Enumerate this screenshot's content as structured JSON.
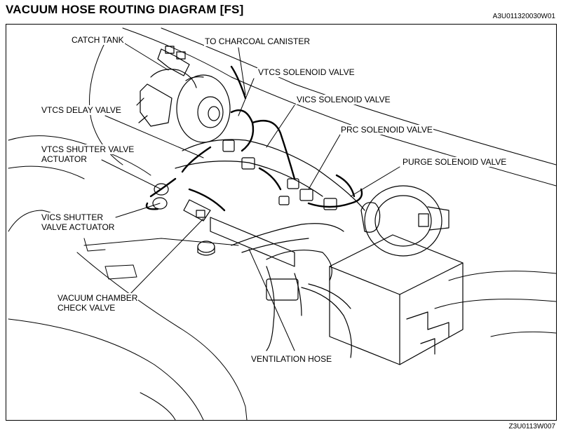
{
  "title": "VACUUM HOSE ROUTING DIAGRAM [FS]",
  "code_top": "A3U011320030W01",
  "code_bottom": "Z3U0113W007",
  "labels": {
    "catch_tank": "CATCH TANK",
    "to_charcoal_canister": "TO CHARCOAL CANISTER",
    "vtcs_solenoid_valve": "VTCS SOLENOID VALVE",
    "vics_solenoid_valve": "VICS SOLENOID VALVE",
    "vtcs_delay_valve": "VTCS DELAY VALVE",
    "prc_solenoid_valve": "PRC SOLENOID VALVE",
    "vtcs_shutter_valve_actuator_1": "VTCS SHUTTER VALVE",
    "vtcs_shutter_valve_actuator_2": "ACTUATOR",
    "purge_solenoid_valve": "PURGE SOLENOID VALVE",
    "vics_shutter_valve_actuator_1": "VICS SHUTTER",
    "vics_shutter_valve_actuator_2": "VALVE ACTUATOR",
    "vacuum_chamber_check_valve_1": "VACUUM CHAMBER",
    "vacuum_chamber_check_valve_2": "CHECK VALVE",
    "ventilation_hose": "VENTILATION HOSE"
  }
}
